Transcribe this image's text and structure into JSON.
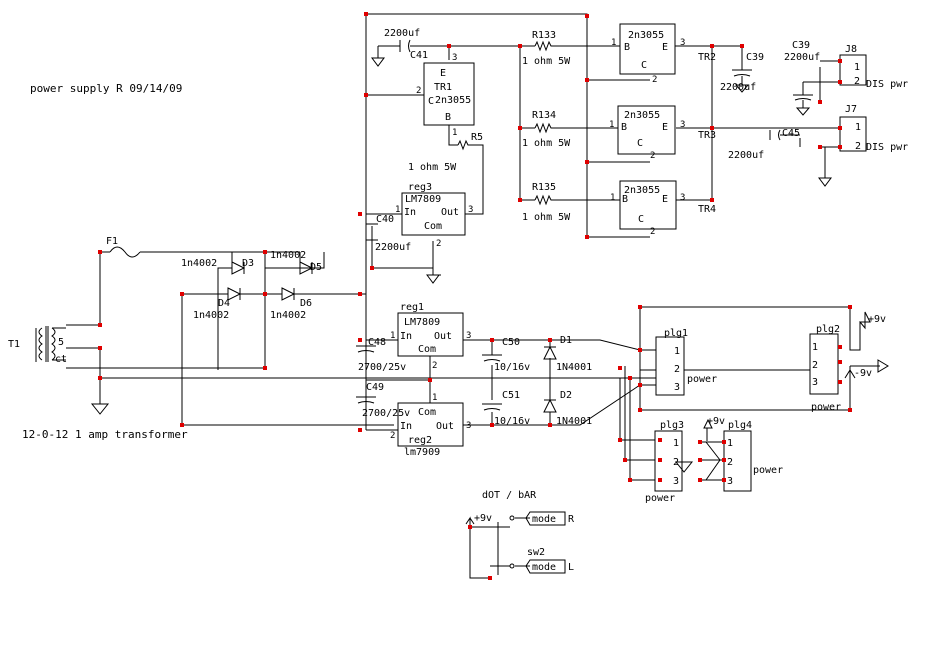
{
  "title": "power supply R 09/14/09",
  "transformer": {
    "ref": "T1",
    "tap1": "5",
    "tap2": "ct",
    "caption": "12-0-12 1 amp transformer"
  },
  "fuse": {
    "ref": "F1"
  },
  "diodes": [
    {
      "ref": "D3",
      "part": "1n4002"
    },
    {
      "ref": "D5",
      "part": "1n4002"
    },
    {
      "ref": "D4",
      "part": "1n4002"
    },
    {
      "ref": "D6",
      "part": "1n4002"
    },
    {
      "ref": "D1",
      "part": "1N4001"
    },
    {
      "ref": "D2",
      "part": "1N4001"
    }
  ],
  "regulators": [
    {
      "ref": "reg3",
      "part": "LM7809",
      "pin_in": "In",
      "pin_out": "Out",
      "pin_com": "Com",
      "n1": "1",
      "n2": "2",
      "n3": "3"
    },
    {
      "ref": "reg1",
      "part": "LM7809",
      "pin_in": "In",
      "pin_out": "Out",
      "pin_com": "Com",
      "n1": "1",
      "n2": "2",
      "n3": "3"
    },
    {
      "ref": "reg2",
      "part": "lm7909",
      "pin_in": "In",
      "pin_out": "Out",
      "pin_com": "Com",
      "n1": "1",
      "n2": "2",
      "n3": "3"
    }
  ],
  "capacitors": [
    {
      "ref": "C41",
      "value": "2200uf"
    },
    {
      "ref": "C40",
      "value": "2200uf"
    },
    {
      "ref": "C48",
      "value": "2700/25v"
    },
    {
      "ref": "C49",
      "value": "2700/25v"
    },
    {
      "ref": "C50",
      "value": "10/16v"
    },
    {
      "ref": "C51",
      "value": "10/16v"
    },
    {
      "ref": "C39",
      "value": "2200uf"
    },
    {
      "ref": "C45",
      "value": "2200uf"
    },
    {
      "ref": "C39",
      "value": "2200uf"
    }
  ],
  "resistors": [
    {
      "ref": "R133",
      "value": "1 ohm 5W"
    },
    {
      "ref": "R134",
      "value": "1 ohm 5W"
    },
    {
      "ref": "R135",
      "value": "1 ohm 5W"
    },
    {
      "ref": "R5",
      "value": "1 ohm 5W"
    }
  ],
  "transistors": [
    {
      "ref": "TR1",
      "part": "2n3055",
      "b": "B",
      "c": "C",
      "e": "E",
      "n1": "1",
      "n2": "2",
      "n3": "3"
    },
    {
      "ref": "TR2",
      "part": "2n3055",
      "b": "B",
      "c": "C",
      "e": "E",
      "n1": "1",
      "n2": "2",
      "n3": "3"
    },
    {
      "ref": "TR3",
      "part": "2n3055",
      "b": "B",
      "c": "C",
      "e": "E",
      "n1": "1",
      "n2": "2",
      "n3": "3"
    },
    {
      "ref": "TR4",
      "part": "2n3055",
      "b": "B",
      "c": "C",
      "e": "E",
      "n1": "1",
      "n2": "2",
      "n3": "3"
    }
  ],
  "connectors": [
    {
      "ref": "J8",
      "label": "DIS pwr",
      "p1": "1",
      "p2": "2"
    },
    {
      "ref": "J7",
      "label": "DIS pwr",
      "p1": "1",
      "p2": "2"
    }
  ],
  "plugs": [
    {
      "ref": "plg1",
      "label": "power",
      "p1": "1",
      "p2": "2",
      "p3": "3"
    },
    {
      "ref": "plg2",
      "label": "power",
      "p1": "1",
      "p2": "2",
      "p3": "3"
    },
    {
      "ref": "plg3",
      "label": "power",
      "p1": "1",
      "p2": "2",
      "p3": "3"
    },
    {
      "ref": "plg4",
      "label": "power",
      "p1": "1",
      "p2": "2",
      "p3": "3"
    }
  ],
  "rails": {
    "pos": "+9v",
    "neg": "-9v"
  },
  "switch": {
    "caption": "dOT / bAR",
    "ref": "sw2",
    "rail": "+9v",
    "out1": "mode",
    "side1": "R",
    "out2": "mode",
    "side2": "L"
  }
}
